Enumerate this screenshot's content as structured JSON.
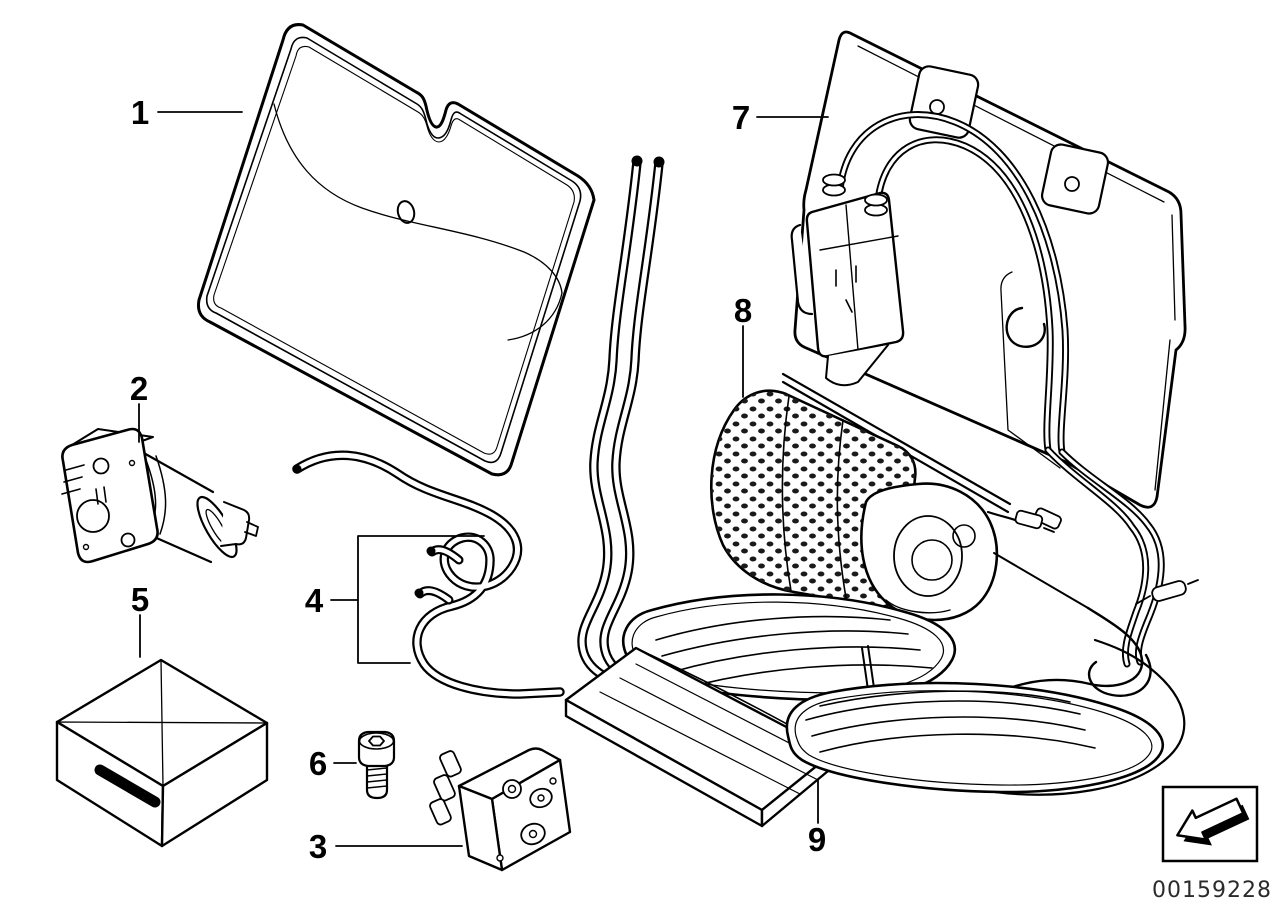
{
  "diagram": {
    "type": "exploded-parts-diagram",
    "background": "#ffffff",
    "line_color": "#000000",
    "callouts": [
      {
        "label": "1"
      },
      {
        "label": "2"
      },
      {
        "label": "3"
      },
      {
        "label": "4"
      },
      {
        "label": "5"
      },
      {
        "label": "6"
      },
      {
        "label": "7"
      },
      {
        "label": "8"
      },
      {
        "label": "9"
      }
    ],
    "footer": {
      "document_number": "00159228",
      "icon": "direction-arrow-icon"
    }
  }
}
